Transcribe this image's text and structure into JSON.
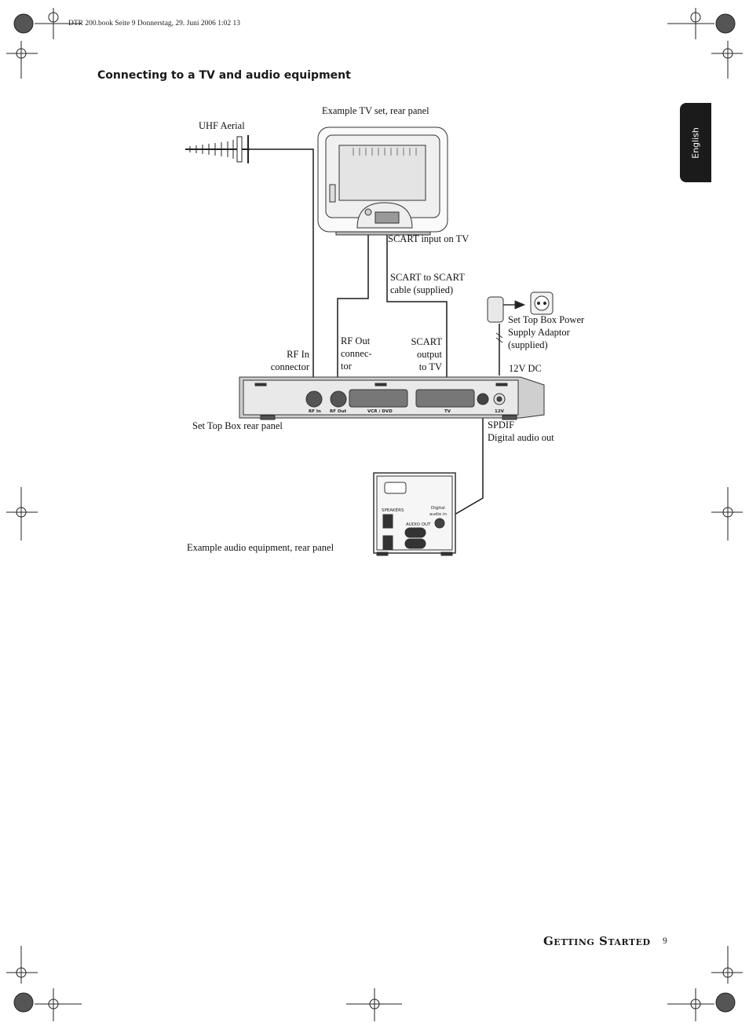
{
  "print_header": "DTR 200.book  Seite 9  Donnerstag, 29. Juni 2006  1:02 13",
  "section_title": "Connecting to a TV and audio equipment",
  "language_tab": "English",
  "labels": {
    "uhf_aerial": "UHF Aerial",
    "tv_example": "Example TV set, rear panel",
    "scart_input": "SCART input on TV",
    "scart_cable": "SCART to SCART\ncable (supplied)",
    "power_adaptor": "Set Top Box Power\nSupply Adaptor\n(supplied)",
    "rf_in": "RF In\nconnector",
    "rf_out": "RF Out\nconnec-\ntor",
    "scart_output": "SCART\noutput\nto TV",
    "dc_12v": "12V DC",
    "stb_rear": "Set Top Box rear panel",
    "spdif": "SPDIF\nDigital audio out",
    "audio_example": "Example audio equipment, rear panel"
  },
  "stb_panel": {
    "rf_in": "RF In",
    "rf_out": "RF Out",
    "vcr_dvd": "VCR / DVD",
    "tv": "TV",
    "v12": "12V"
  },
  "audio_panel": {
    "speakers": "SPEAKERS",
    "audio_out": "AUDIO OUT",
    "digital_in_1": "Digital",
    "digital_in_2": "audio in"
  },
  "footer": {
    "title": "Getting Started",
    "page": "9"
  }
}
